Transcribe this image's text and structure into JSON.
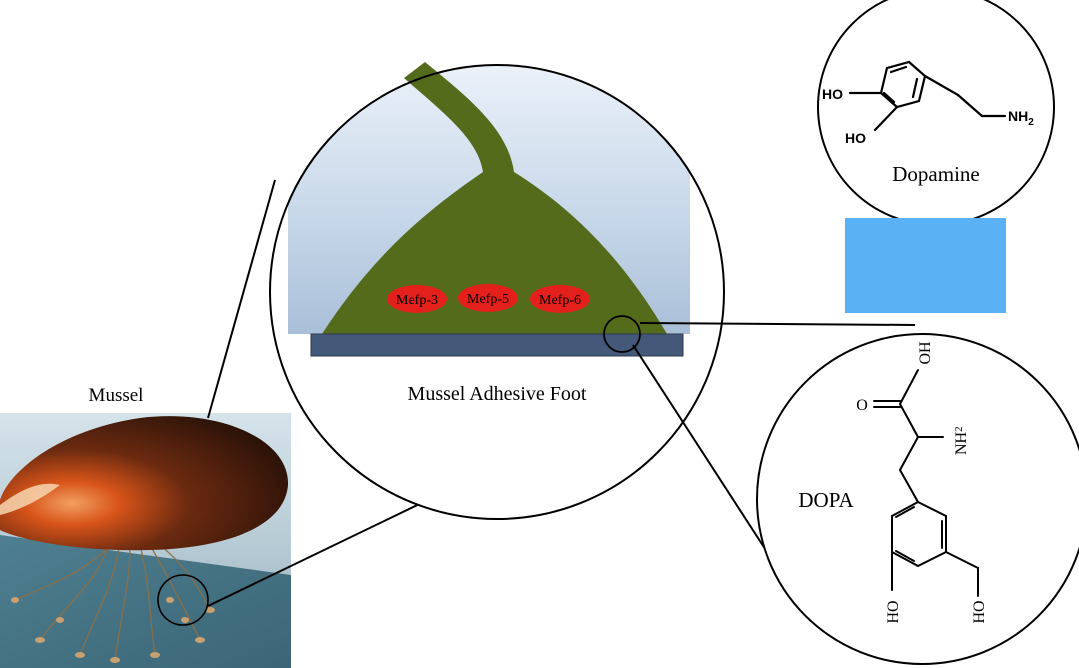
{
  "labels": {
    "mussel": "Mussel",
    "adhesive_foot": "Mussel Adhesive Foot",
    "dopamine": "Dopamine",
    "dopa": "DOPA"
  },
  "proteins": [
    "Mefp-3",
    "Mefp-5",
    "Mefp-6"
  ],
  "dopamine_atoms": {
    "ho_top": "HO",
    "ho_bottom": "HO",
    "nh": "NH",
    "nh_sub": "2"
  },
  "dopa_atoms": {
    "oh": "OH",
    "o": "O",
    "nh": "NH",
    "nh_sub": "2",
    "ho_left": "HO",
    "ho_right": "HO"
  },
  "colors": {
    "foot_green": "#556b1c",
    "substrate": "#44587a",
    "protein_red": "#e3201b",
    "blue_box": "#5ab1f4"
  }
}
